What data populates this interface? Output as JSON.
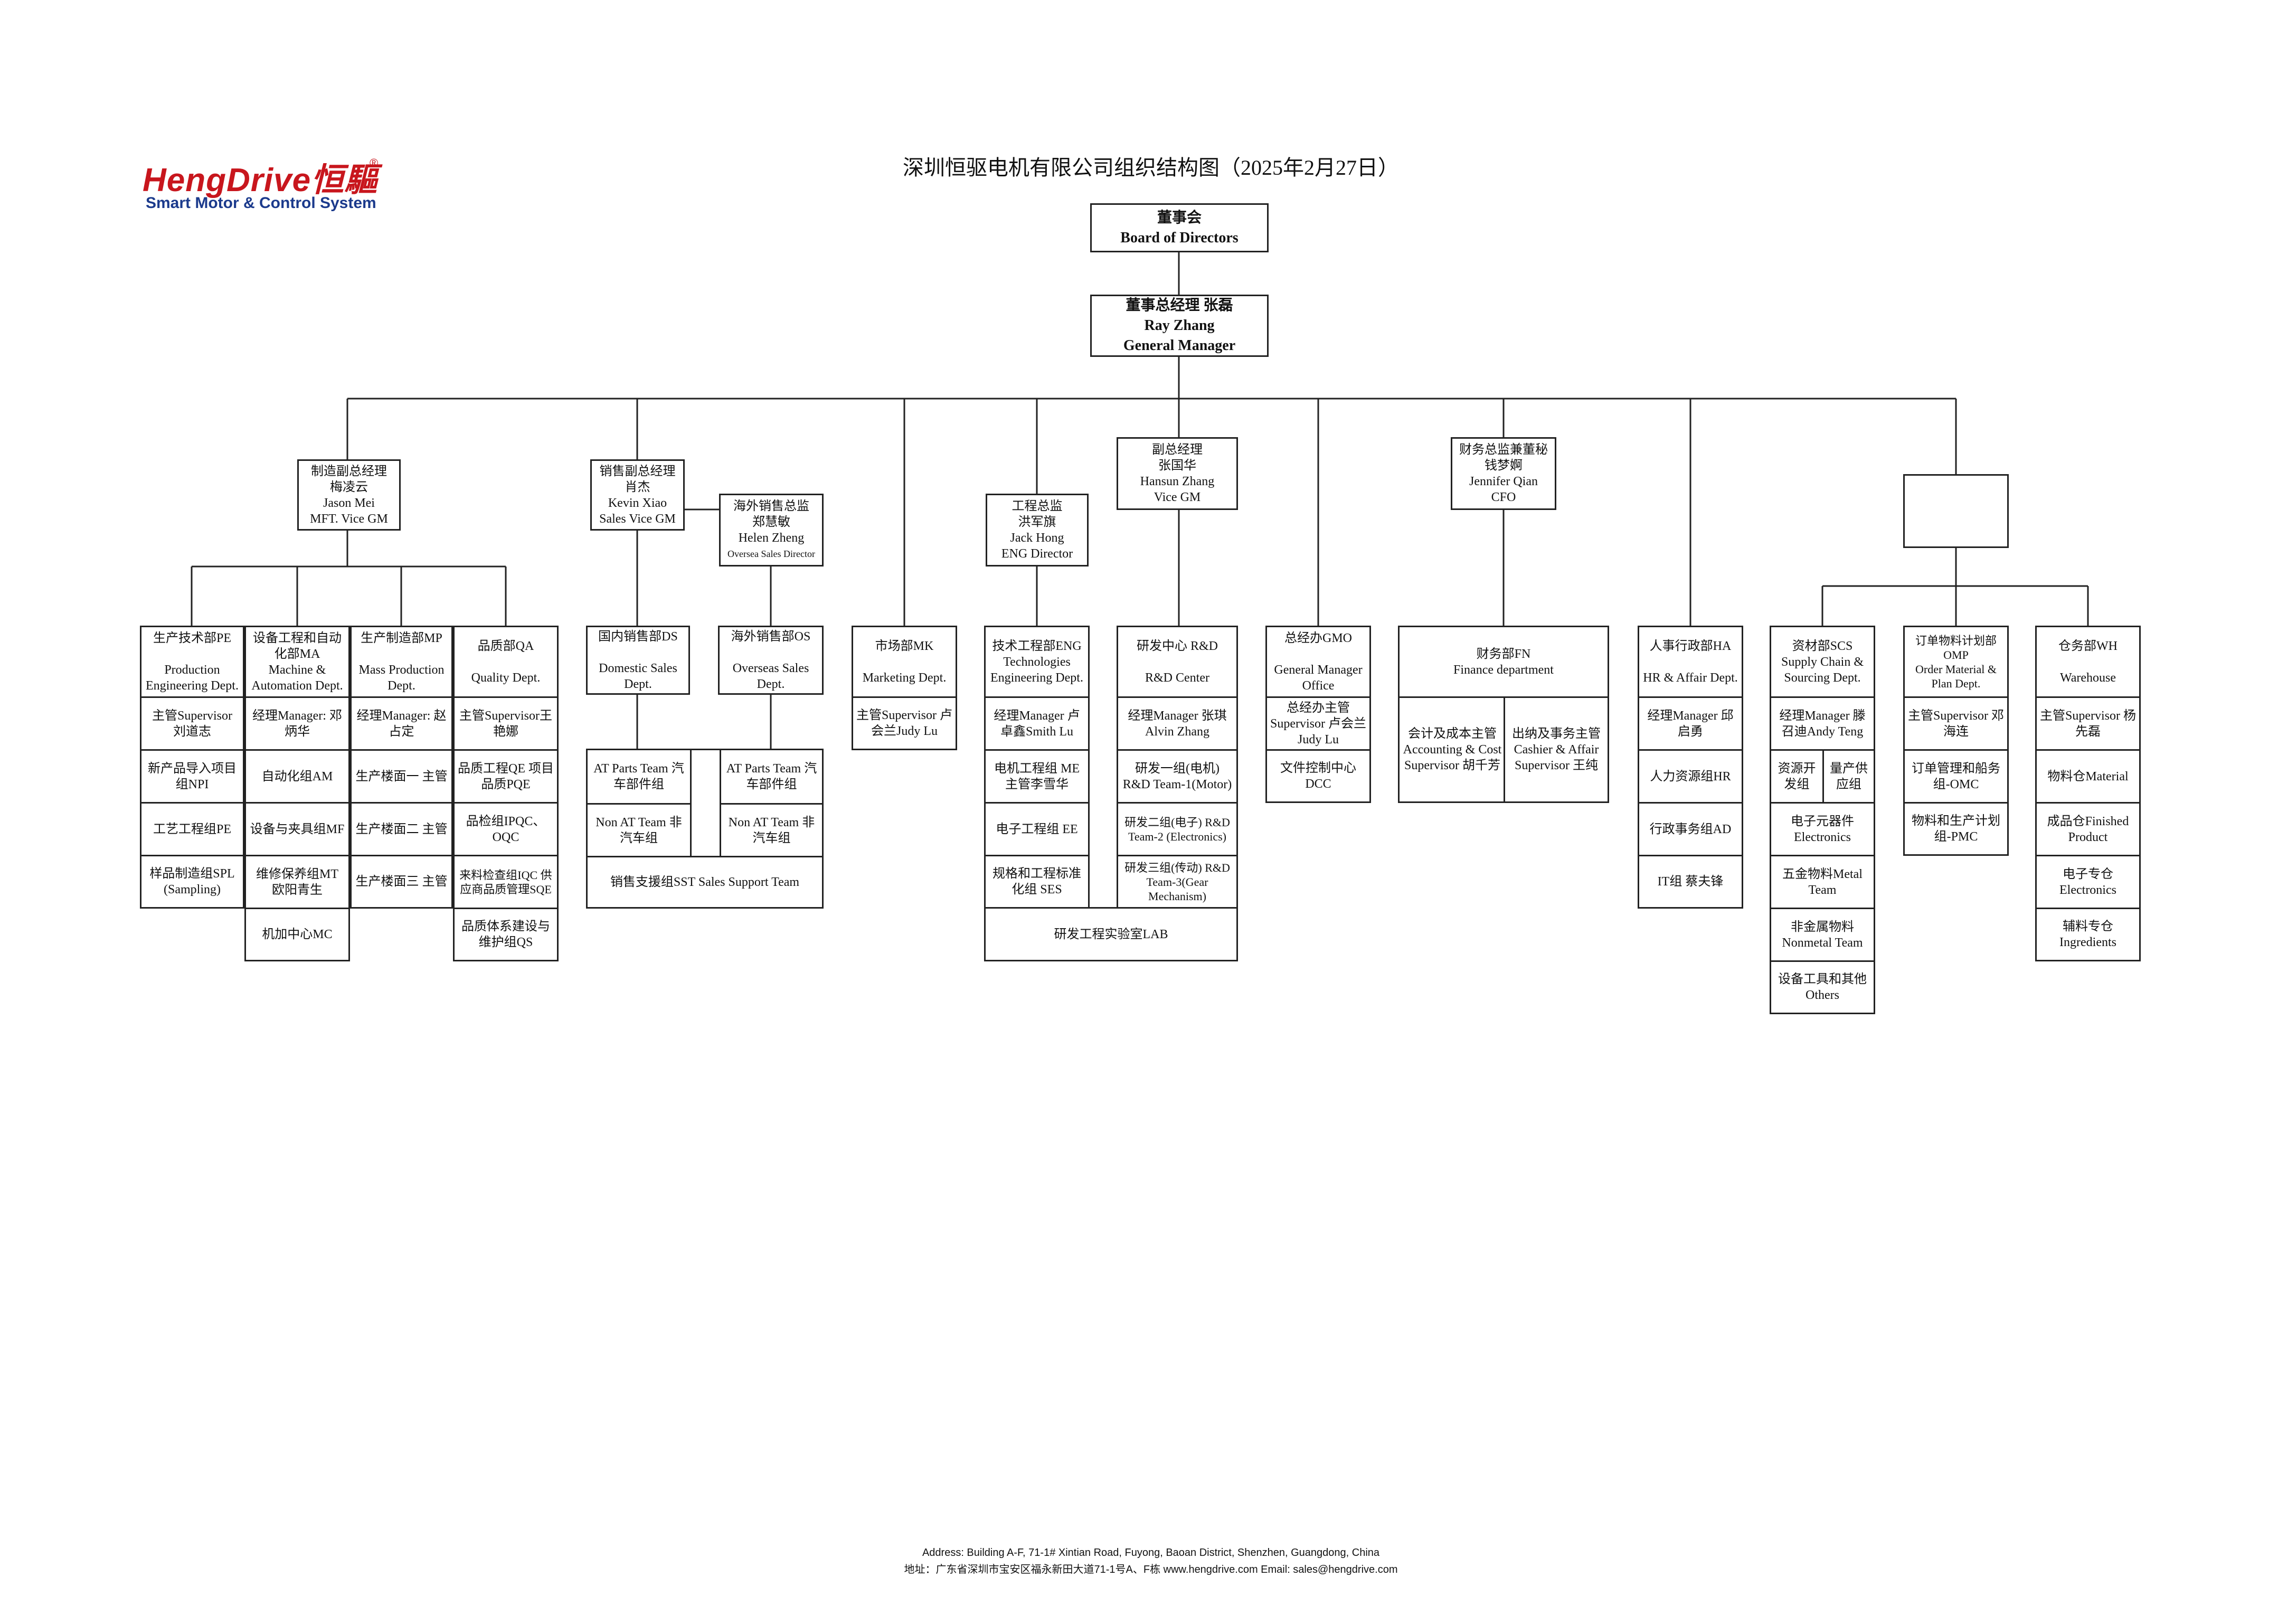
{
  "logo": {
    "word": "HengDrive恒驅",
    "registered": "®",
    "tagline": "Smart Motor & Control System"
  },
  "title": "深圳恒驱电机有限公司组织结构图（2025年2月27日）",
  "footer": {
    "line1": "Address: Building A-F, 71-1# Xintian Road, Fuyong, Baoan District, Shenzhen, Guangdong, China",
    "line2": "地址：广东省深圳市宝安区福永新田大道71-1号A、F栋  www.hengdrive.com  Email: sales@hengdrive.com"
  },
  "top": {
    "board": {
      "cn": "董事会",
      "en": "Board of Directors"
    },
    "gm": {
      "cn": "董事总经理 张磊",
      "name": "Ray Zhang",
      "en": "General Manager"
    }
  },
  "executives": {
    "mft": {
      "title": "制造副总经理",
      "cn_name": "梅凌云",
      "en_name": "Jason Mei",
      "role": "MFT. Vice GM"
    },
    "sales": {
      "title": "销售副总经理",
      "cn_name": "肖杰",
      "en_name": "Kevin Xiao",
      "role": "Sales Vice GM"
    },
    "overseas": {
      "title": "海外销售总监",
      "cn_name": "郑慧敏",
      "en_name": "Helen Zheng",
      "role": "Oversea Sales Director"
    },
    "eng": {
      "title": "工程总监",
      "cn_name": "洪军旗",
      "en_name": "Jack Hong",
      "role": "ENG Director"
    },
    "vgm": {
      "title": "副总经理",
      "cn_name": "张国华",
      "en_name": "Hansun Zhang",
      "role": "Vice GM"
    },
    "cfo": {
      "title": "财务总监兼董秘",
      "cn_name": "钱梦婀",
      "en_name": "Jennifer Qian",
      "role": "CFO"
    }
  },
  "departments": {
    "pe": {
      "title": "生产技术部PE",
      "en": "Production Engineering Dept.",
      "mgr": "主管Supervisor 刘道志",
      "teams": [
        "新产品导入项目组NPI",
        "工艺工程组PE",
        "样品制造组SPL (Sampling)"
      ]
    },
    "ma": {
      "title": "设备工程和自动化部MA",
      "en": "Machine & Automation Dept.",
      "mgr": "经理Manager: 邓炳华",
      "teams": [
        "自动化组AM",
        "设备与夹具组MF",
        "维修保养组MT 欧阳青生",
        "机加中心MC"
      ]
    },
    "mp": {
      "title": "生产制造部MP",
      "en": "Mass Production Dept.",
      "mgr": "经理Manager: 赵占定",
      "teams": [
        "生产楼面一 主管",
        "生产楼面二 主管",
        "生产楼面三 主管"
      ]
    },
    "qa": {
      "title": "品质部QA",
      "en": "Quality Dept.",
      "mgr": "主管Supervisor王艳娜",
      "teams": [
        "品质工程QE 项目品质PQE",
        "品检组IPQC、OQC",
        "来料检查组IQC 供应商品质管理SQE",
        "品质体系建设与维护组QS"
      ]
    },
    "ds": {
      "title": "国内销售部DS",
      "en": "Domestic Sales Dept.",
      "teams": [
        "AT Parts Team 汽车部件组",
        "Non AT Team 非汽车组"
      ]
    },
    "os": {
      "title": "海外销售部OS",
      "en": "Overseas Sales Dept.",
      "teams": [
        "AT Parts Team 汽车部件组",
        "Non AT Team 非汽车组"
      ]
    },
    "sst": "销售支援组SST Sales Support Team",
    "mk": {
      "title": "市场部MK",
      "en": "Marketing Dept.",
      "mgr": "主管Supervisor 卢会兰Judy Lu"
    },
    "engd": {
      "title": "技术工程部ENG",
      "en": "Technologies Engineering Dept.",
      "mgr": "经理Manager 卢卓鑫Smith Lu",
      "teams": [
        "电机工程组 ME 主管李雪华",
        "电子工程组 EE",
        "规格和工程标准化组 SES"
      ]
    },
    "rd": {
      "title": "研发中心 R&D",
      "en": "R&D Center",
      "mgr": "经理Manager 张琪Alvin Zhang",
      "teams": [
        "研发一组(电机) R&D Team-1(Motor)",
        "研发二组(电子) R&D Team-2 (Electronics)",
        "研发三组(传动) R&D Team-3(Gear Mechanism)"
      ]
    },
    "lab": "研发工程实验室LAB",
    "gmo": {
      "title": "总经办GMO",
      "en": "General Manager Office",
      "mgr": "总经办主管 Supervisor 卢会兰Judy Lu",
      "teams": [
        "文件控制中心 DCC"
      ]
    },
    "fn": {
      "title": "财务部FN",
      "en": "Finance department",
      "left": "会计及成本主管 Accounting & Cost Supervisor 胡千芳",
      "right": "出纳及事务主管 Cashier & Affair Supervisor 王纯"
    },
    "ha": {
      "title": "人事行政部HA",
      "en": "HR & Affair Dept.",
      "mgr": "经理Manager 邱启勇",
      "teams": [
        "人力资源组HR",
        "行政事务组AD",
        "IT组 蔡夫锋"
      ]
    },
    "scs": {
      "title": "资材部SCS",
      "en": "Supply Chain & Sourcing Dept.",
      "mgr": "经理Manager 滕召迪Andy Teng",
      "split_left": "资源开发组",
      "split_right": "量产供应组",
      "teams": [
        "电子元器件 Electronics",
        "五金物料Metal Team",
        "非金属物料 Nonmetal Team",
        "设备工具和其他 Others"
      ]
    },
    "omp": {
      "title": "订单物料计划部OMP",
      "en": "Order Material & Plan Dept.",
      "mgr": "主管Supervisor 邓海连",
      "teams": [
        "订单管理和船务组-OMC",
        "物料和生产计划组-PMC"
      ]
    },
    "wh": {
      "title": "仓务部WH",
      "en": "Warehouse",
      "mgr": "主管Supervisor 杨先磊",
      "teams": [
        "物料仓Material",
        "成品仓Finished Product",
        "电子专仓 Electronics",
        "辅料专仓 Ingredients"
      ]
    }
  }
}
